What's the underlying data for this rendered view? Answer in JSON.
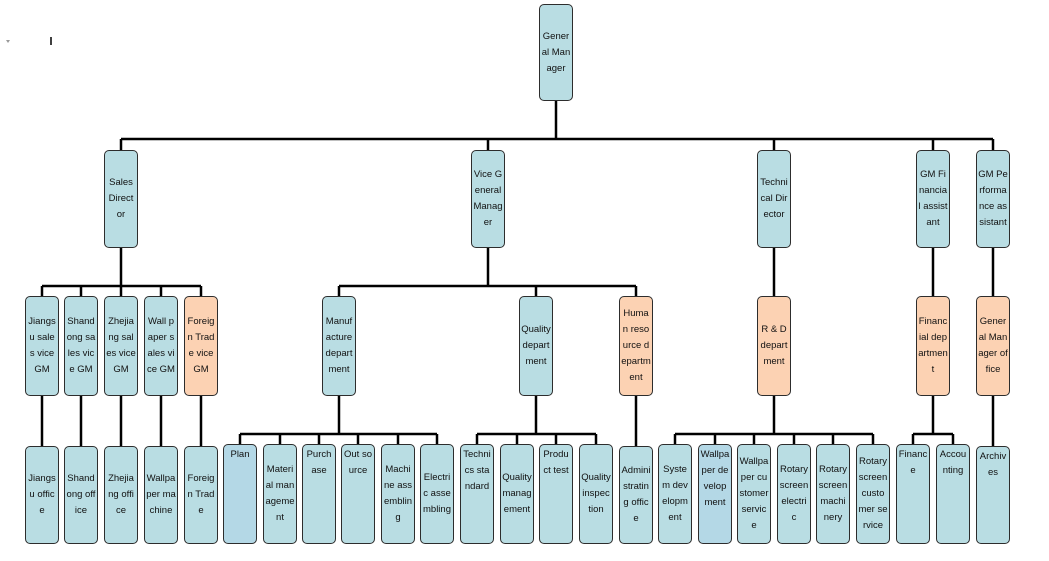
{
  "palette": {
    "blue": "#b9dde3",
    "orange": "#fcd2b3",
    "line": "#000000"
  },
  "nodes": {
    "gm": "General Manager",
    "sales_director": "Sales Director",
    "vice_gm": "Vice General Manager",
    "tech_director": "Technical Director",
    "gm_fin_assistant": "GM Financial assistant",
    "gm_perf_assistant": "GM Performance assistant",
    "jiangsu_vgm": "Jiangsu sales vice GM",
    "shandong_vgm": "Shandong sales vice GM",
    "zhejiang_vgm": "Zhejiang sales vice GM",
    "wallpaper_vgm": "Wall paper sales vice GM",
    "foreign_vgm": "Foreign Trade vice GM",
    "manufacture": "Manufacture department",
    "quality": "Quality department",
    "hr": "Human resource department",
    "rnd": "R & D department",
    "financial_dept": "Financial department",
    "gm_office": "General Manager office",
    "jiangsu_office": "Jiangsu office",
    "shandong_office": "Shandong office",
    "zhejiang_office": "Zhejiang office",
    "wallpaper_machine": "Wallpaper machine",
    "foreign_trade": "Foreign Trade",
    "plan": "Plan",
    "material_mgmt": "Material management",
    "purchase": "Purchase",
    "outsource": "Out source",
    "machine_assembling": "Machine assembling",
    "electric_assembling": "Electric assembling",
    "technics_standard": "Technics standard",
    "quality_management": "Quality management",
    "product_test": "Product test",
    "quality_inspection": "Quality inspection",
    "admin_office": "Administrating office",
    "system_development": "System development",
    "wallpaper_development": "Wallpaper development",
    "wallpaper_customer_service": "Wallpaper customer service",
    "rotary_screen_electric": "Rotary screen electric",
    "rotary_screen_machinery": "Rotary screen machinery",
    "rotary_screen_customer_service": "Rotary screen customer service",
    "finance": "Finance",
    "accounting": "Accounting",
    "archives": "Archives"
  }
}
